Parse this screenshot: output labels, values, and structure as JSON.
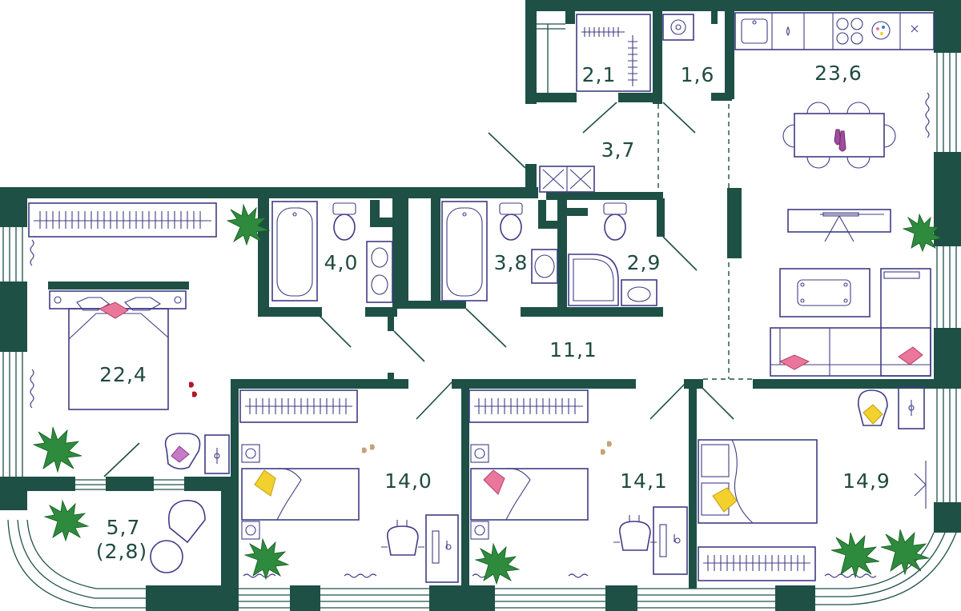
{
  "plan": {
    "rooms": [
      {
        "id": "kitchen_living",
        "area": "23,6"
      },
      {
        "id": "wardrobe",
        "area": "2,1"
      },
      {
        "id": "laundry",
        "area": "1,6"
      },
      {
        "id": "entry",
        "area": "3,7"
      },
      {
        "id": "bath1",
        "area": "4,0"
      },
      {
        "id": "bath2",
        "area": "3,8"
      },
      {
        "id": "shower",
        "area": "2,9"
      },
      {
        "id": "hall",
        "area": "11,1"
      },
      {
        "id": "master_bedroom",
        "area": "22,4"
      },
      {
        "id": "balcony",
        "area": "5,7",
        "sub": "(2,8)"
      },
      {
        "id": "bedroom2",
        "area": "14,0"
      },
      {
        "id": "bedroom3",
        "area": "14,1"
      },
      {
        "id": "bedroom4",
        "area": "14,9"
      }
    ],
    "colors": {
      "wall": "#1e5046",
      "furniture": "#3f3c86",
      "label": "#1f4a3f",
      "plant": "#2e8a3c",
      "accent_pink": "#e8779a",
      "accent_yellow": "#f2d12e",
      "accent_purple": "#c77ac8"
    },
    "icons": [
      "plant-icon",
      "bed-icon",
      "bathtub-icon",
      "toilet-icon",
      "sink-icon",
      "shower-icon",
      "stove-icon",
      "chair-icon",
      "desk-icon",
      "wardrobe-icon",
      "sofa-icon",
      "shoes-icon"
    ]
  }
}
